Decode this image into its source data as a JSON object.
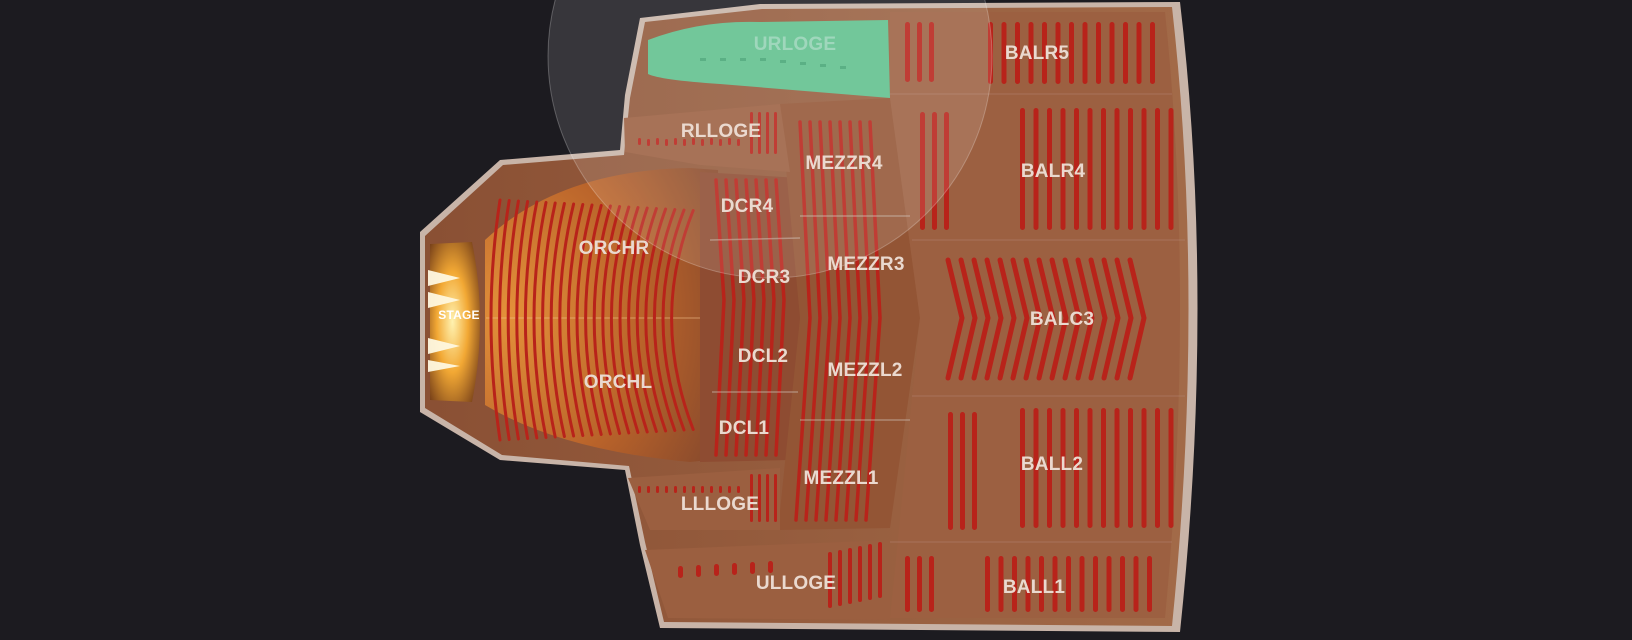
{
  "venue": {
    "stage_label": "STAGE"
  },
  "sections": {
    "urloge": "URLOGE",
    "rlloge": "RLLOGE",
    "lllloge": "LLLOGE",
    "ulloge": "ULLOGE",
    "orchr": "ORCHR",
    "orchl": "ORCHL",
    "dcr4": "DCR4",
    "dcr3": "DCR3",
    "dcl2": "DCL2",
    "dcl1": "DCL1",
    "mezzr4": "MEZZR4",
    "mezzr3": "MEZZR3",
    "mezzl2": "MEZZL2",
    "mezzl1": "MEZZL1",
    "balr5": "BALR5",
    "balr4": "BALR4",
    "balc3": "BALC3",
    "ball2": "BALL2",
    "ball1": "BALL1"
  },
  "colors": {
    "background": "#1c1b20",
    "venue_floor": "#9a5e3c",
    "orchestra": "#c9702a",
    "seat_row": "#b8231a",
    "highlighted_section": "#5fc08d",
    "stage_glow": "#f6c35a"
  },
  "selection": {
    "highlighted_section": "URLOGE"
  }
}
